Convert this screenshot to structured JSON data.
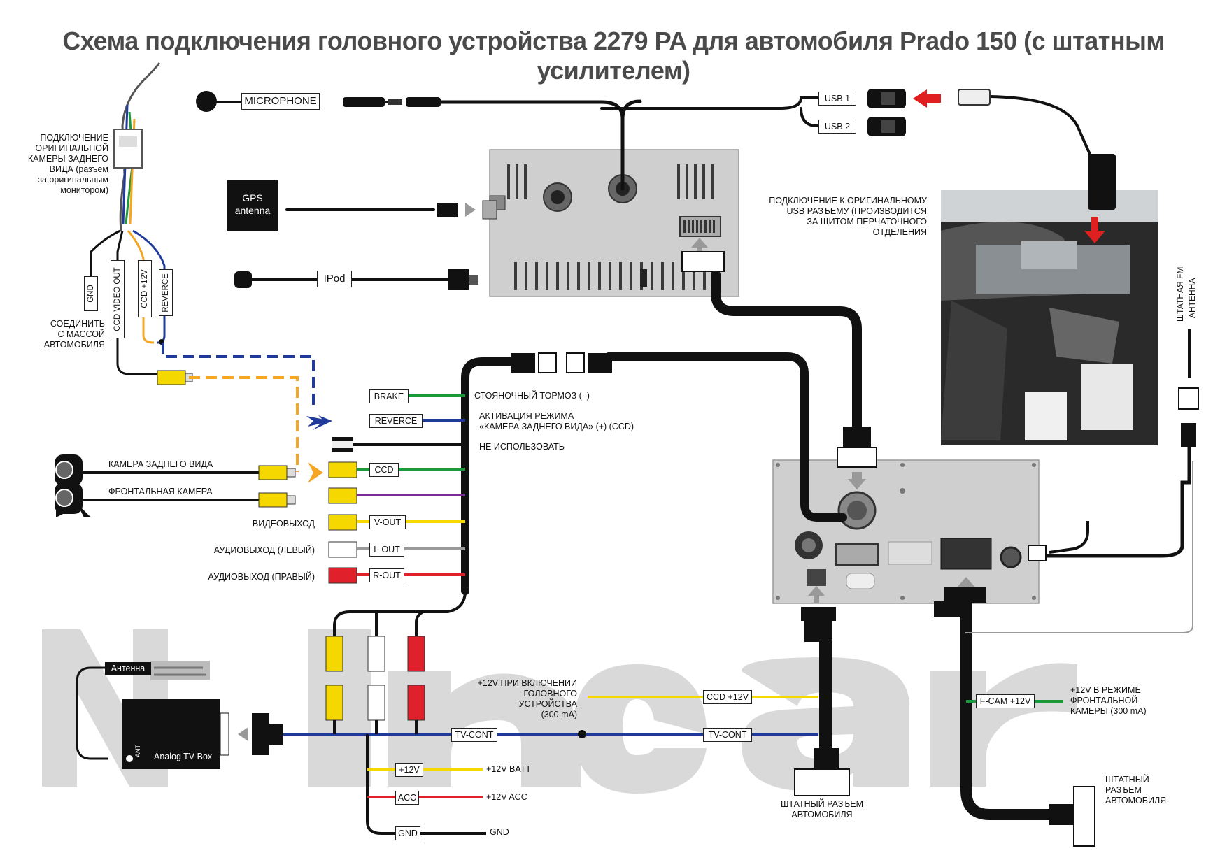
{
  "title": "Схема подключения головного устройства 2279 PA для автомобиля Prado 150 (с штатным усилителем)",
  "top": {
    "microphone": "MICROPHONE",
    "usb1": "USB 1",
    "usb2": "USB 2",
    "gps_line1": "GPS",
    "gps_line2": "antenna",
    "ipod": "IPod"
  },
  "camera_note": [
    "ПОДКЛЮЧЕНИЕ",
    "ОРИГИНАЛЬНОЙ",
    "КАМЕРЫ ЗАДНЕГО",
    "ВИДА (разъем",
    "за оригинальным",
    "монитором)"
  ],
  "ground_note": [
    "СОЕДИНИТЬ",
    "С МАССОЙ",
    "АВТОМОБИЛЯ"
  ],
  "camera_wires": {
    "gnd": "GND",
    "ccd_video_out": "CCD VIDEO OUT",
    "ccd_12v": "CCD +12V",
    "reverce": "REVERCE"
  },
  "usb_note": [
    "ПОДКЛЮЧЕНИЕ К ОРИГИНАЛЬНОМУ",
    "USB РАЗЪЕМУ (ПРОИЗВОДИТСЯ",
    "ЗА ЩИТОМ ПЕРЧАТОЧНОГО",
    "ОТДЕЛЕНИЯ"
  ],
  "fm_antenna": [
    "ШТАТНАЯ FM",
    "АНТЕННА"
  ],
  "harness": {
    "brake_label": "BRAKE",
    "brake_desc": "СТОЯНОЧНЫЙ ТОРМОЗ (–)",
    "reverce_label": "REVERCE",
    "reverce_desc1": "АКТИВАЦИЯ РЕЖИМА",
    "reverce_desc2": "«КАМЕРА ЗАДНЕГО ВИДА» (+) (CCD)",
    "unused_desc": "НЕ ИСПОЛЬЗОВАТЬ",
    "ccd_label": "CCD",
    "rear_camera": "КАМЕРА ЗАДНЕГО ВИДА",
    "front_camera": "ФРОНТАЛЬНАЯ КАМЕРА",
    "video_out_desc": "ВИДЕОВЫХОД",
    "video_out_label": "V-OUT",
    "audio_left_desc": "АУДИОВЫХОД (ЛЕВЫЙ)",
    "audio_left_label": "L-OUT",
    "audio_right_desc": "АУДИОВЫХОД (ПРАВЫЙ)",
    "audio_right_label": "R-OUT"
  },
  "tv": {
    "antenna": "Антенна",
    "box": "Analog TV Box",
    "ant": "ANT"
  },
  "power": {
    "ccd12_desc": [
      "+12V ПРИ ВКЛЮЧЕНИИ",
      "ГОЛОВНОГО",
      "УСТРОЙСТВА",
      "(300 mA)"
    ],
    "ccd12_label": "CCD +12V",
    "tvcont_label_left": "TV-CONT",
    "tvcont_label_right": "TV-CONT",
    "batt_label": "+12V",
    "batt_desc": "+12V BATT",
    "acc_label": "ACC",
    "acc_desc": "+12V ACC",
    "gnd_label": "GND",
    "gnd_desc": "GND",
    "fcam_label": "F-CAM +12V",
    "fcam_desc": [
      "+12V В РЕЖИМЕ",
      "ФРОНТАЛЬНОЙ",
      "КАМЕРЫ (300 mA)"
    ],
    "car_connector_1": [
      "ШТАТНЫЙ РАЗЪЕМ",
      "АВТОМОБИЛЯ"
    ],
    "car_connector_2": [
      "ШТАТНЫЙ",
      "РАЗЪЕМ",
      "АВТОМОБИЛЯ"
    ]
  },
  "colors": {
    "green": "#1a9a3a",
    "blue": "#1f3a9a",
    "yellow": "#f5d800",
    "orange": "#f5a623",
    "purple": "#7a2a9a",
    "gray": "#9a9a9a",
    "red": "#e0202a",
    "watermark": "#d6d6d6",
    "unit": "#cfcfcf"
  }
}
